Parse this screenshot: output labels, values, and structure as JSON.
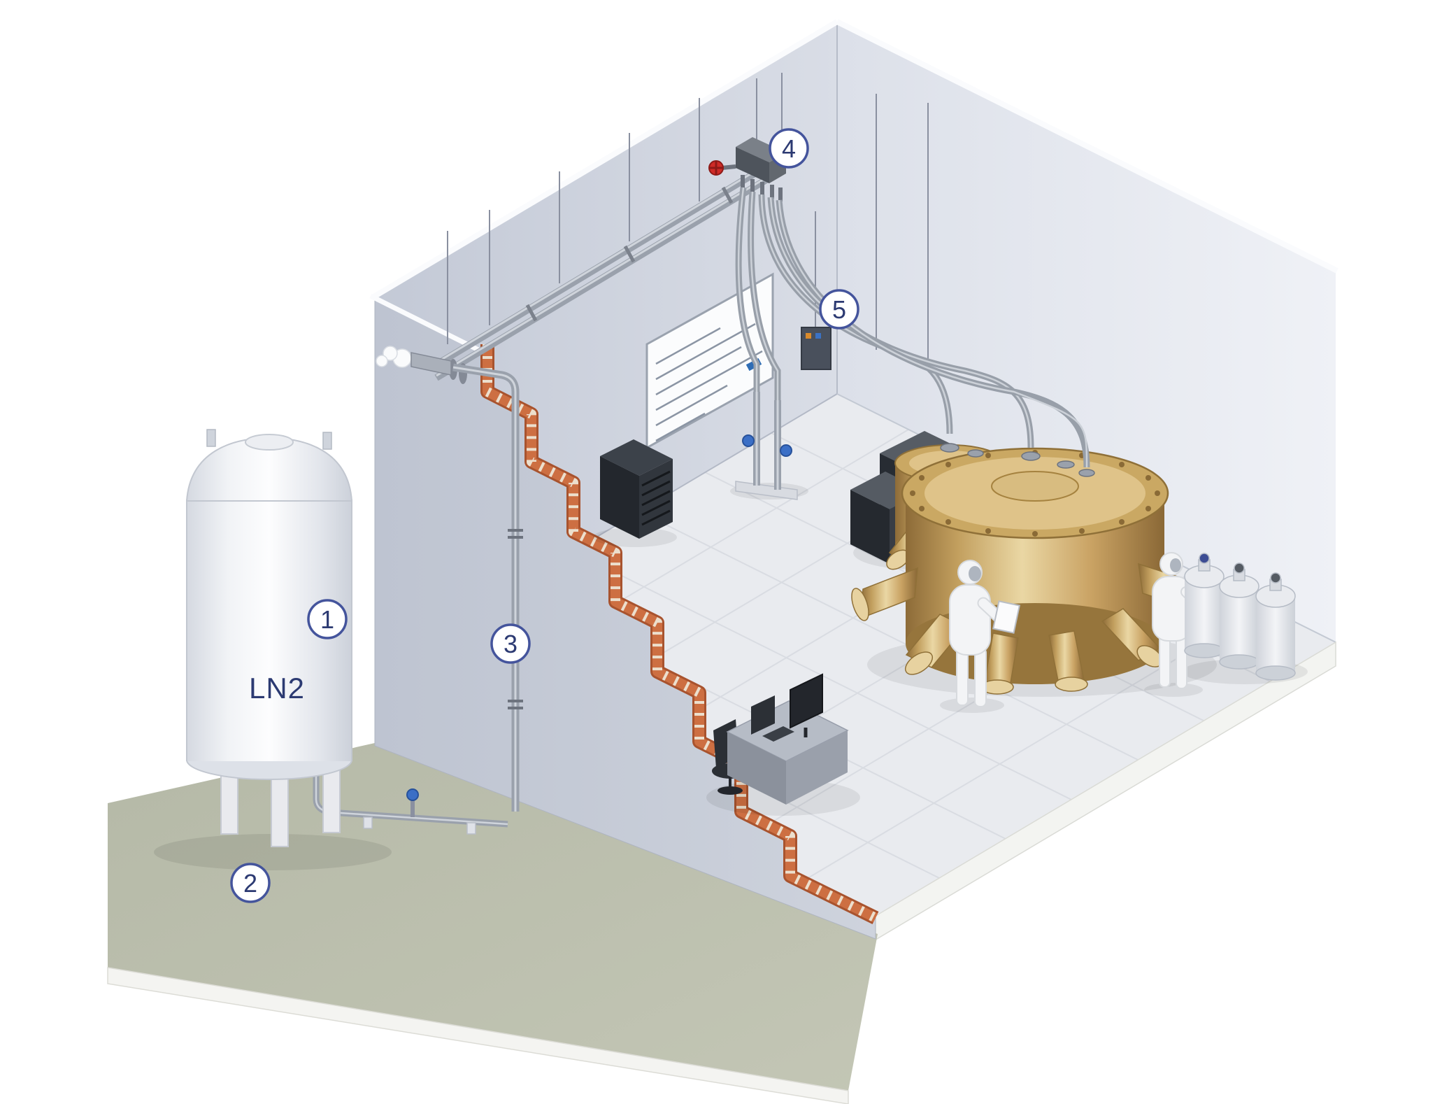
{
  "labels": {
    "tank": "LN2"
  },
  "callouts": [
    {
      "number": "1"
    },
    {
      "number": "2"
    },
    {
      "number": "3"
    },
    {
      "number": "4"
    },
    {
      "number": "5"
    }
  ],
  "colors": {
    "callout_blue": "#3c4c94",
    "brick_orange": "#c2643c",
    "chamber_gold": "#c9a45e",
    "outdoor_slab_green": "#b9bcab",
    "valve_red": "#cf2b27",
    "valve_blue": "#3b6fc6",
    "wall_gray": "#ced3de",
    "floor_gray": "#e9ebef"
  }
}
